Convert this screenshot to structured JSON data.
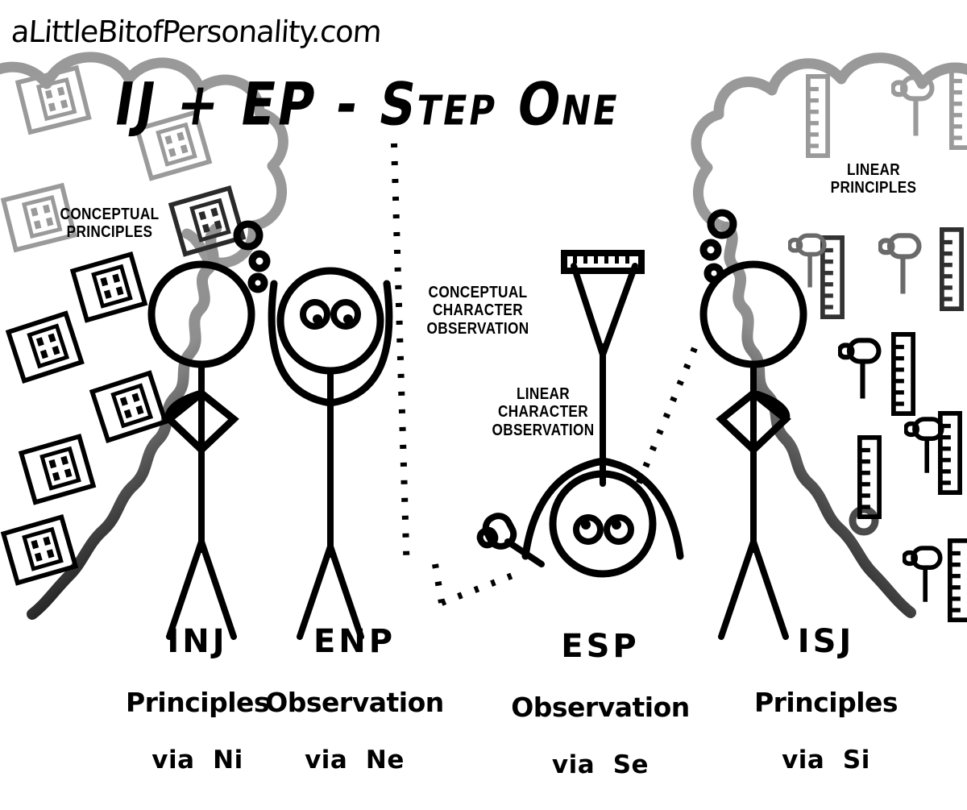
{
  "site": {
    "url": "aLittleBitofPersonality.com"
  },
  "title": {
    "text": "IJ + EP - Step One"
  },
  "callouts": [
    {
      "id": "conceptual-principles",
      "lines": [
        "CONCEPTUAL",
        "PRINCIPLES"
      ],
      "text": "CONCEPTUAL\nPRINCIPLES"
    },
    {
      "id": "conceptual-character-observation",
      "lines": [
        "CONCEPTUAL",
        "CHARACTER",
        "OBSERVATION"
      ],
      "text": "CONCEPTUAL\nCHARACTER\nOBSERVATION"
    },
    {
      "id": "linear-character-observation",
      "lines": [
        "LINEAR",
        "CHARACTER",
        "OBSERVATION"
      ],
      "text": "LINEAR\nCHARACTER\nOBSERVATION"
    },
    {
      "id": "linear-principles",
      "lines": [
        "LINEAR",
        "PRINCIPLES"
      ],
      "text": "LINEAR\nPRINCIPLES"
    }
  ],
  "figures": [
    {
      "id": "inj",
      "code": "INJ",
      "word": "Principles",
      "via": "via  Ni",
      "via_prefix": "via",
      "function": "Ni",
      "facing": "away",
      "posture": "standing"
    },
    {
      "id": "enp",
      "code": "ENP",
      "word": "Observation",
      "via": "via  Ne",
      "via_prefix": "via",
      "function": "Ne",
      "facing": "viewer",
      "posture": "arms-up"
    },
    {
      "id": "esp",
      "code": "ESP",
      "word": "Observation",
      "via": "via  Se",
      "via_prefix": "via",
      "function": "Se",
      "facing": "viewer",
      "posture": "upside-down"
    },
    {
      "id": "isj",
      "code": "ISJ",
      "word": "Principles",
      "via": "via  Si",
      "via_prefix": "via",
      "function": "Si",
      "facing": "away",
      "posture": "standing"
    }
  ],
  "colors": {
    "ink": "#000000",
    "cloud_outline": "#999999",
    "icon_faded": "#9a9a9a",
    "background": "#ffffff"
  },
  "icons": {
    "left_cloud_motif": "concept-tile-icon",
    "right_cloud_motif_a": "ruler-icon",
    "right_cloud_motif_b": "mallet-icon",
    "thought_bubbles": "thought-bubble-icon",
    "esp_tool": "ruler-icon",
    "esp_hand_tool": "mallet-icon"
  }
}
